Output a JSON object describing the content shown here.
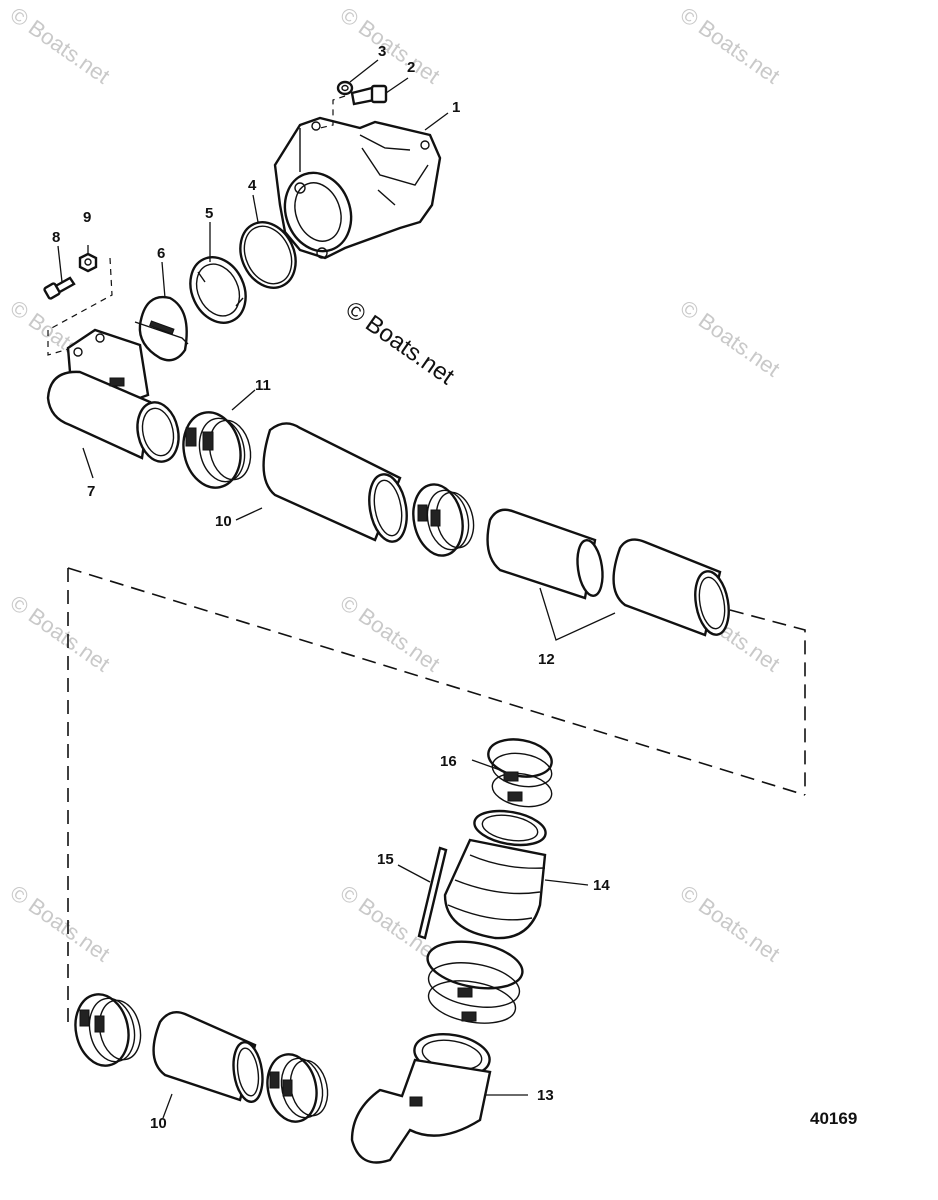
{
  "watermark_text": "© Boats.net",
  "figure_number": "40169",
  "callouts": [
    "1",
    "2",
    "3",
    "4",
    "5",
    "6",
    "7",
    "8",
    "9",
    "10",
    "11",
    "12",
    "13",
    "14",
    "15",
    "16"
  ],
  "second_10": "10"
}
